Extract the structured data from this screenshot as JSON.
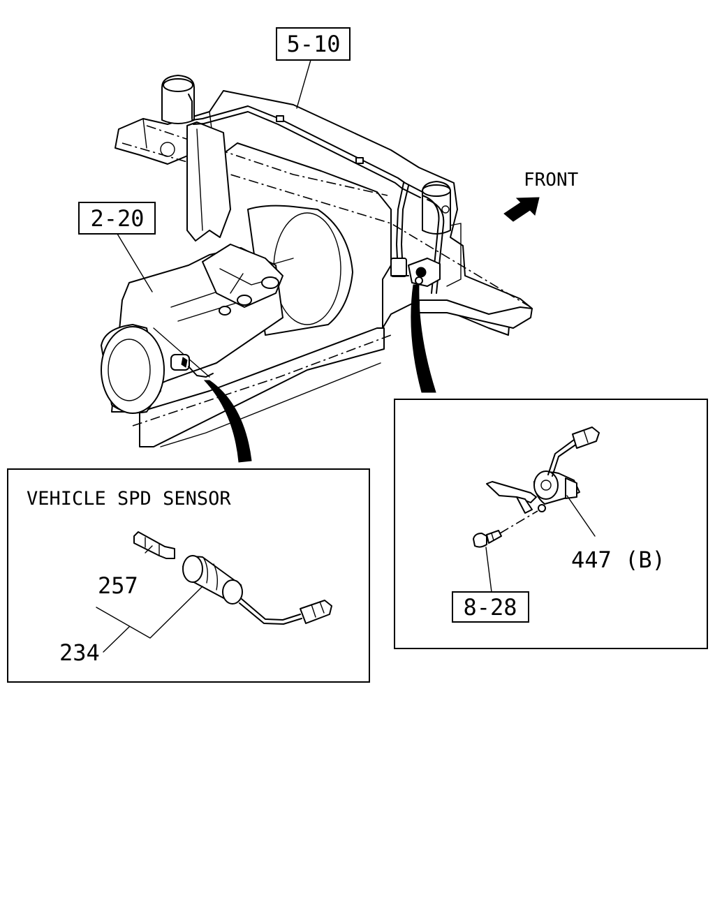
{
  "callouts": {
    "ref_5_10": "5-10",
    "ref_2_20": "2-20",
    "ref_8_28": "8-28"
  },
  "direction": {
    "front_label": "FRONT",
    "front_arrow_icon": "front-arrow-icon"
  },
  "detail_left": {
    "title": "VEHICLE SPD SENSOR",
    "part_257": "257",
    "part_234": "234"
  },
  "detail_right": {
    "part_447": "447 (B)"
  },
  "colors": {
    "line": "#000000",
    "background": "#ffffff"
  }
}
